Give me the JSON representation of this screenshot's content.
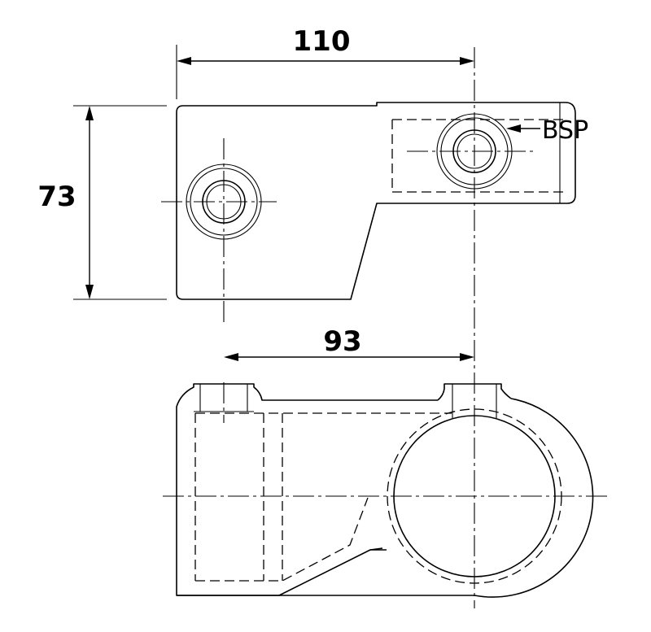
{
  "dimensions": {
    "overall_width": "110",
    "height": "73",
    "hole_spacing": "93"
  },
  "callouts": {
    "thread": "BSP"
  }
}
